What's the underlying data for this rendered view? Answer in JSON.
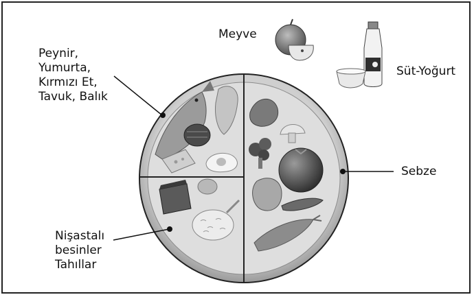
{
  "labels": {
    "protein": [
      "Peynir,",
      "Yumurta,",
      "Kırmızı Et,",
      "Tavuk, Balık"
    ],
    "fruit": "Meyve",
    "dairy": "Süt-Yoğurt",
    "vegetable": "Sebze",
    "grains": [
      "Nişastalı",
      "besinler",
      "Tahıllar"
    ]
  },
  "colors": {
    "border": "#222222",
    "plate_rim": "#bdbdbd",
    "plate_inner": "#d9d9d9"
  },
  "icons": [
    "apple-icon",
    "milk-bottle-icon",
    "yogurt-bowl-icon",
    "fish-icon",
    "meat-icon",
    "chicken-icon",
    "egg-icon",
    "cheese-icon",
    "bread-icon",
    "rice-icon",
    "potato-icon",
    "broccoli-icon",
    "tomato-icon",
    "pepper-icon",
    "carrot-icon",
    "peas-icon",
    "mushroom-icon",
    "lettuce-icon"
  ]
}
